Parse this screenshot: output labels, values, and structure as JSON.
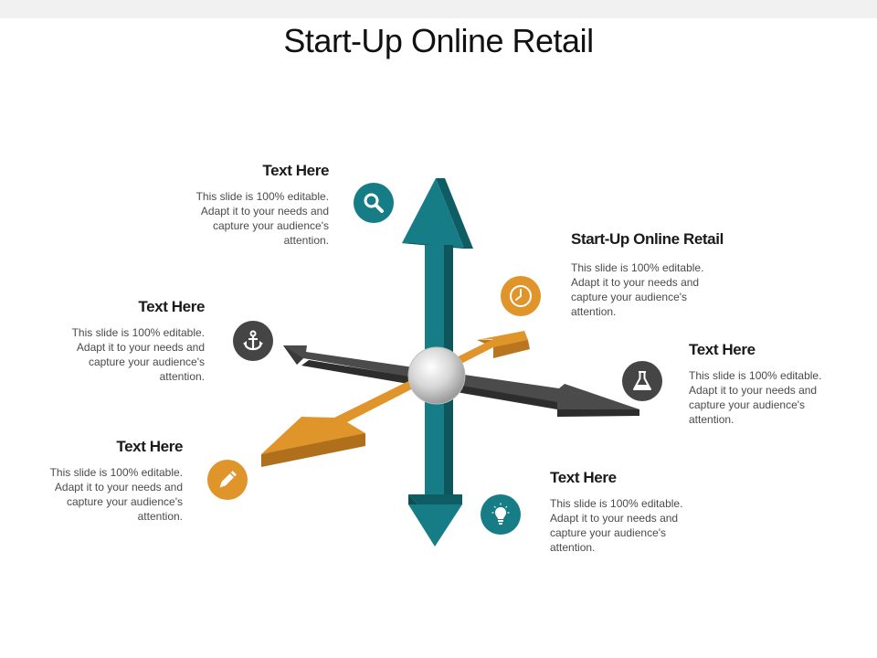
{
  "title": "Start-Up Online Retail",
  "colors": {
    "teal": "#167d86",
    "orange": "#e0952b",
    "dark": "#454545",
    "sphere": "#d9d9d9"
  },
  "items": [
    {
      "heading": "Text Here",
      "body": "This slide is 100% editable. Adapt it to your needs and capture your audience's attention.",
      "icon": "search-icon",
      "icon_color": "teal"
    },
    {
      "heading": "Start-Up Online Retail",
      "body": "This slide is 100% editable. Adapt it to your needs and capture your audience's attention.",
      "icon": "clock-icon",
      "icon_color": "orange"
    },
    {
      "heading": "Text Here",
      "body": "This slide is 100% editable. Adapt it to your needs and capture your audience's attention.",
      "icon": "anchor-icon",
      "icon_color": "dark"
    },
    {
      "heading": "Text Here",
      "body": "This slide is 100% editable. Adapt it to your needs and capture your audience's attention.",
      "icon": "flask-icon",
      "icon_color": "dark"
    },
    {
      "heading": "Text Here",
      "body": "This slide is 100% editable. Adapt it to your needs and capture your audience's attention.",
      "icon": "pencil-icon",
      "icon_color": "orange"
    },
    {
      "heading": "Text Here",
      "body": "This slide is 100% editable. Adapt it to your needs and capture your audience's attention.",
      "icon": "lightbulb-icon",
      "icon_color": "teal"
    }
  ]
}
